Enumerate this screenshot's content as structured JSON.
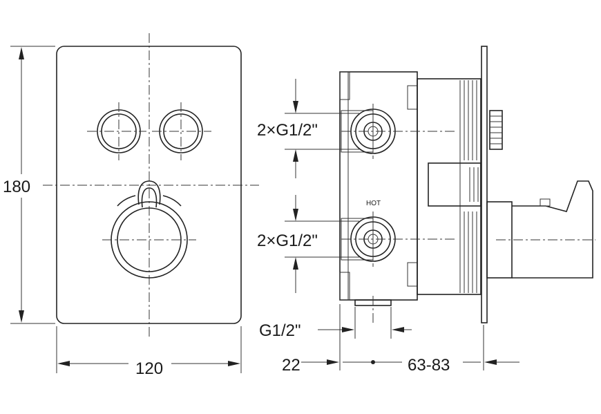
{
  "front_view": {
    "height_label": "180",
    "width_label": "120"
  },
  "side_view": {
    "outlet_label_top": "2×G1/2\"",
    "outlet_label_bottom": "2×G1/2\"",
    "hot_label": "HOT",
    "bottom_outlet_label": "G1/2\"",
    "depth_label_left": "22",
    "depth_label_right": "63-83"
  },
  "colors": {
    "line": "#222222",
    "background": "#ffffff"
  }
}
